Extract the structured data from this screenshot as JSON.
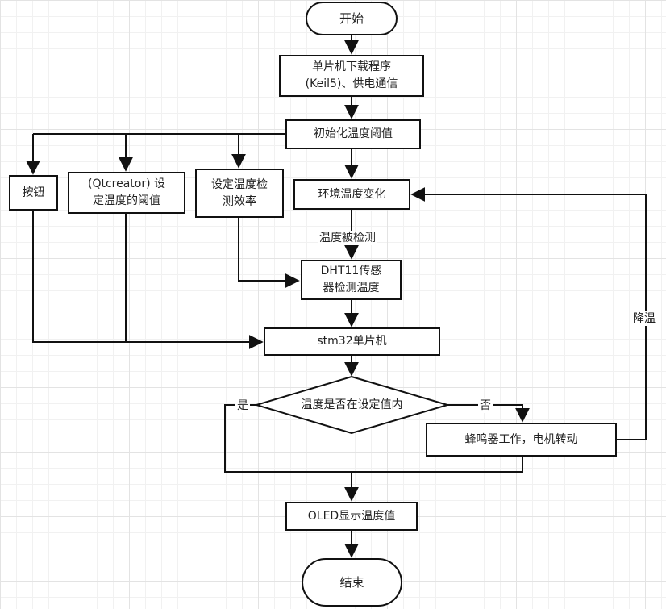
{
  "nodes": {
    "start": "开始",
    "download": "单片机下载程序\n(Keil5)、供电通信",
    "init": "初始化温度阈值",
    "button": "按钮",
    "qt_threshold": "(Qtcreator) 设\n定温度的阈值",
    "set_rate": "设定温度检\n测效率",
    "env_change": "环境温度变化",
    "dht11": "DHT11传感\n器检测温度",
    "stm32": "stm32单片机",
    "decision": "温度是否在设定值内",
    "buzzer": "蜂鸣器工作，电机转动",
    "oled": "OLED显示温度值",
    "end": "结束"
  },
  "edge_labels": {
    "detected": "温度被检测",
    "yes": "是",
    "no": "否",
    "cool": "降温"
  },
  "colors": {
    "stroke": "#111111",
    "grid": "#e3e3e3"
  }
}
